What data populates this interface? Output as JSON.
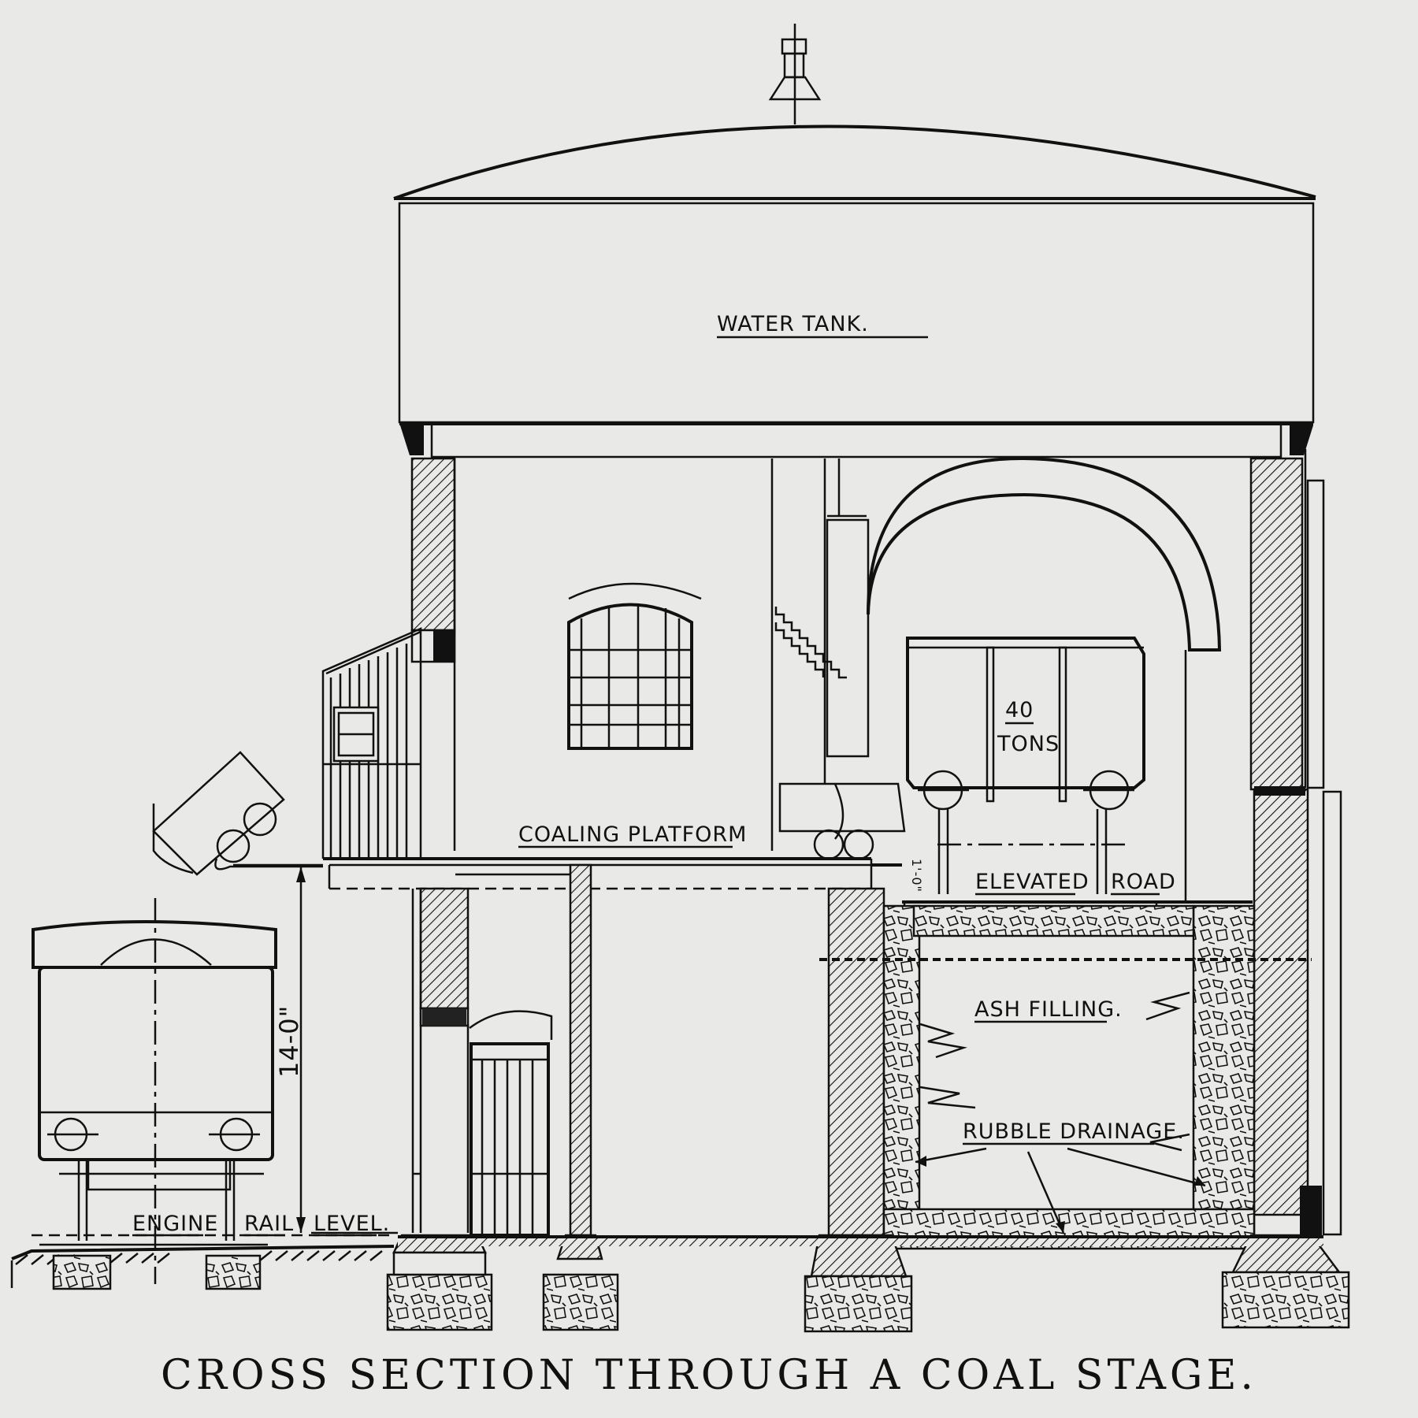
{
  "caption": "CROSS SECTION THROUGH A COAL STAGE.",
  "labels": {
    "water_tank": "WATER TANK.",
    "tons_value": "40",
    "tons_unit": "TONS",
    "coaling_platform": "COALING PLATFORM",
    "elevated_road_1": "ELEVATED",
    "elevated_road_2": "ROAD",
    "ash_filling": "ASH FILLING.",
    "rubble_drainage": "RUBBLE DRAINAGE.",
    "engine": "ENGINE",
    "rail": "RAIL",
    "level": "LEVEL.",
    "height_dim": "14-0\"",
    "small_dim": "1'-0\""
  }
}
